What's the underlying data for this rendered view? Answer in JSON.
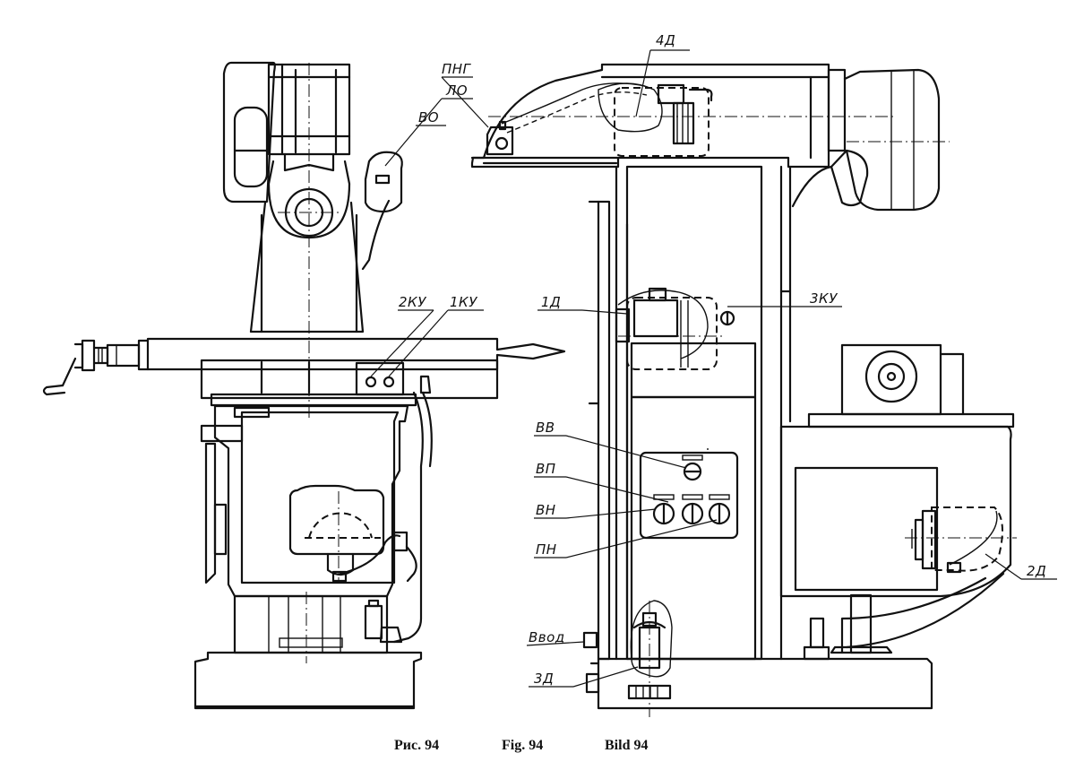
{
  "labels": {
    "png": "ПНГ",
    "lo": "ЛО",
    "vo": "ВО",
    "d4": "4Д",
    "ku2": "2КУ",
    "ku1": "1КУ",
    "d1": "1Д",
    "ku3": "3КУ",
    "vv": "ВВ",
    "vp": "ВП",
    "vn": "ВН",
    "pn": "ПН",
    "d2": "2Д",
    "vvod": "Ввод",
    "d3": "3Д"
  },
  "caption": {
    "ru": "Рис. 94",
    "en": "Fig. 94",
    "de": "Bild 94"
  }
}
